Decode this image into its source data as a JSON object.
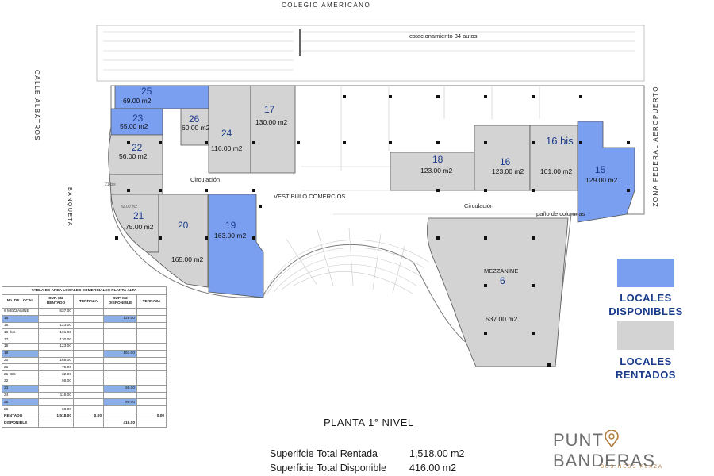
{
  "streets": {
    "top": "COLEGIO AMERICANO",
    "left": "CALLE ALBATROS",
    "left_sidewalk": "BANQUETA",
    "right": "ZONA FEDERAL AEROPUERTO"
  },
  "parking_label": "estacionamiento 34 autos",
  "circulation_label": "Circulación",
  "lobby_label": "VESTIBULO COMERCIOS",
  "columns_label": "paño de columnas",
  "mezzanine_label": "MEZZANINE",
  "units": [
    {
      "num": "25",
      "area": "69.00 m2",
      "status": "available"
    },
    {
      "num": "23",
      "area": "55.00 m2",
      "status": "available"
    },
    {
      "num": "22",
      "area": "56.00 m2",
      "status": "rented"
    },
    {
      "num": "21-bis",
      "area": "32.00 m2",
      "status": "rented"
    },
    {
      "num": "21",
      "area": "75.00 m2",
      "status": "rented"
    },
    {
      "num": "20",
      "area": "165.00 m2",
      "status": "rented"
    },
    {
      "num": "26",
      "area": "60.00 m2",
      "status": "rented"
    },
    {
      "num": "24",
      "area": "116.00 m2",
      "status": "rented"
    },
    {
      "num": "17",
      "area": "130.00 m2",
      "status": "rented"
    },
    {
      "num": "19",
      "area": "163.00 m2",
      "status": "available"
    },
    {
      "num": "18",
      "area": "123.00 m2",
      "status": "rented"
    },
    {
      "num": "16",
      "area": "123.00 m2",
      "status": "rented"
    },
    {
      "num": "16 bis",
      "area": "101.00 m2",
      "status": "rented"
    },
    {
      "num": "15",
      "area": "129.00 m2",
      "status": "available"
    },
    {
      "num": "6",
      "area": "537.00 m2",
      "status": "rented"
    }
  ],
  "legend": {
    "available_line1": "LOCALES",
    "available_line2": "DISPONIBLES",
    "rented_line1": "LOCALES",
    "rented_line2": "RENTADOS",
    "available_color": "#7b9ff0",
    "rented_color": "#d3d3d3"
  },
  "table": {
    "caption": "TABLA DE AREA LOCALES COMERCIALES PLANTA ALTA",
    "headers": [
      "No. DE LOCAL",
      "SUP. M2 RENTADO",
      "TERRAZA",
      "SUP. M2 DISPONIBLE",
      "TERRAZA"
    ],
    "rows": [
      [
        "6 MEZZANINE",
        "537.00",
        "",
        "",
        ""
      ],
      [
        "15",
        "",
        "",
        "129.00",
        ""
      ],
      [
        "16",
        "123.00",
        "",
        "",
        ""
      ],
      [
        "16- bis",
        "101.00",
        "",
        "",
        ""
      ],
      [
        "17",
        "130.00",
        "",
        "",
        ""
      ],
      [
        "18",
        "123.00",
        "",
        "",
        ""
      ],
      [
        "19",
        "",
        "",
        "163.00",
        ""
      ],
      [
        "20",
        "165.00",
        "",
        "",
        ""
      ],
      [
        "21",
        "75.00",
        "",
        "",
        ""
      ],
      [
        "21-BIS",
        "32.00",
        "",
        "",
        ""
      ],
      [
        "22",
        "56.00",
        "",
        "",
        ""
      ],
      [
        "23",
        "",
        "",
        "55.00",
        ""
      ],
      [
        "24",
        "116.00",
        "",
        "",
        ""
      ],
      [
        "25",
        "",
        "",
        "69.00",
        ""
      ],
      [
        "26",
        "60.00",
        "",
        "",
        ""
      ]
    ],
    "total_rented": [
      "RENTADO",
      "1,518.00",
      "0.00",
      "",
      "0.00"
    ],
    "total_available": [
      "DISPONIBLE",
      "",
      "",
      "416.00",
      ""
    ]
  },
  "plan_title": "PLANTA  1° NIVEL",
  "summary": {
    "rented_label": "Superifcie Total Rentada",
    "rented_value": "1,518.00 m2",
    "available_label": "Superficie Total Disponible",
    "available_value": "416.00 m2"
  },
  "brand": {
    "name_left": "PUNT",
    "name_right": "BANDERAS",
    "tagline": "BUSINESS PLAZA",
    "accent": "#b07a3a"
  }
}
